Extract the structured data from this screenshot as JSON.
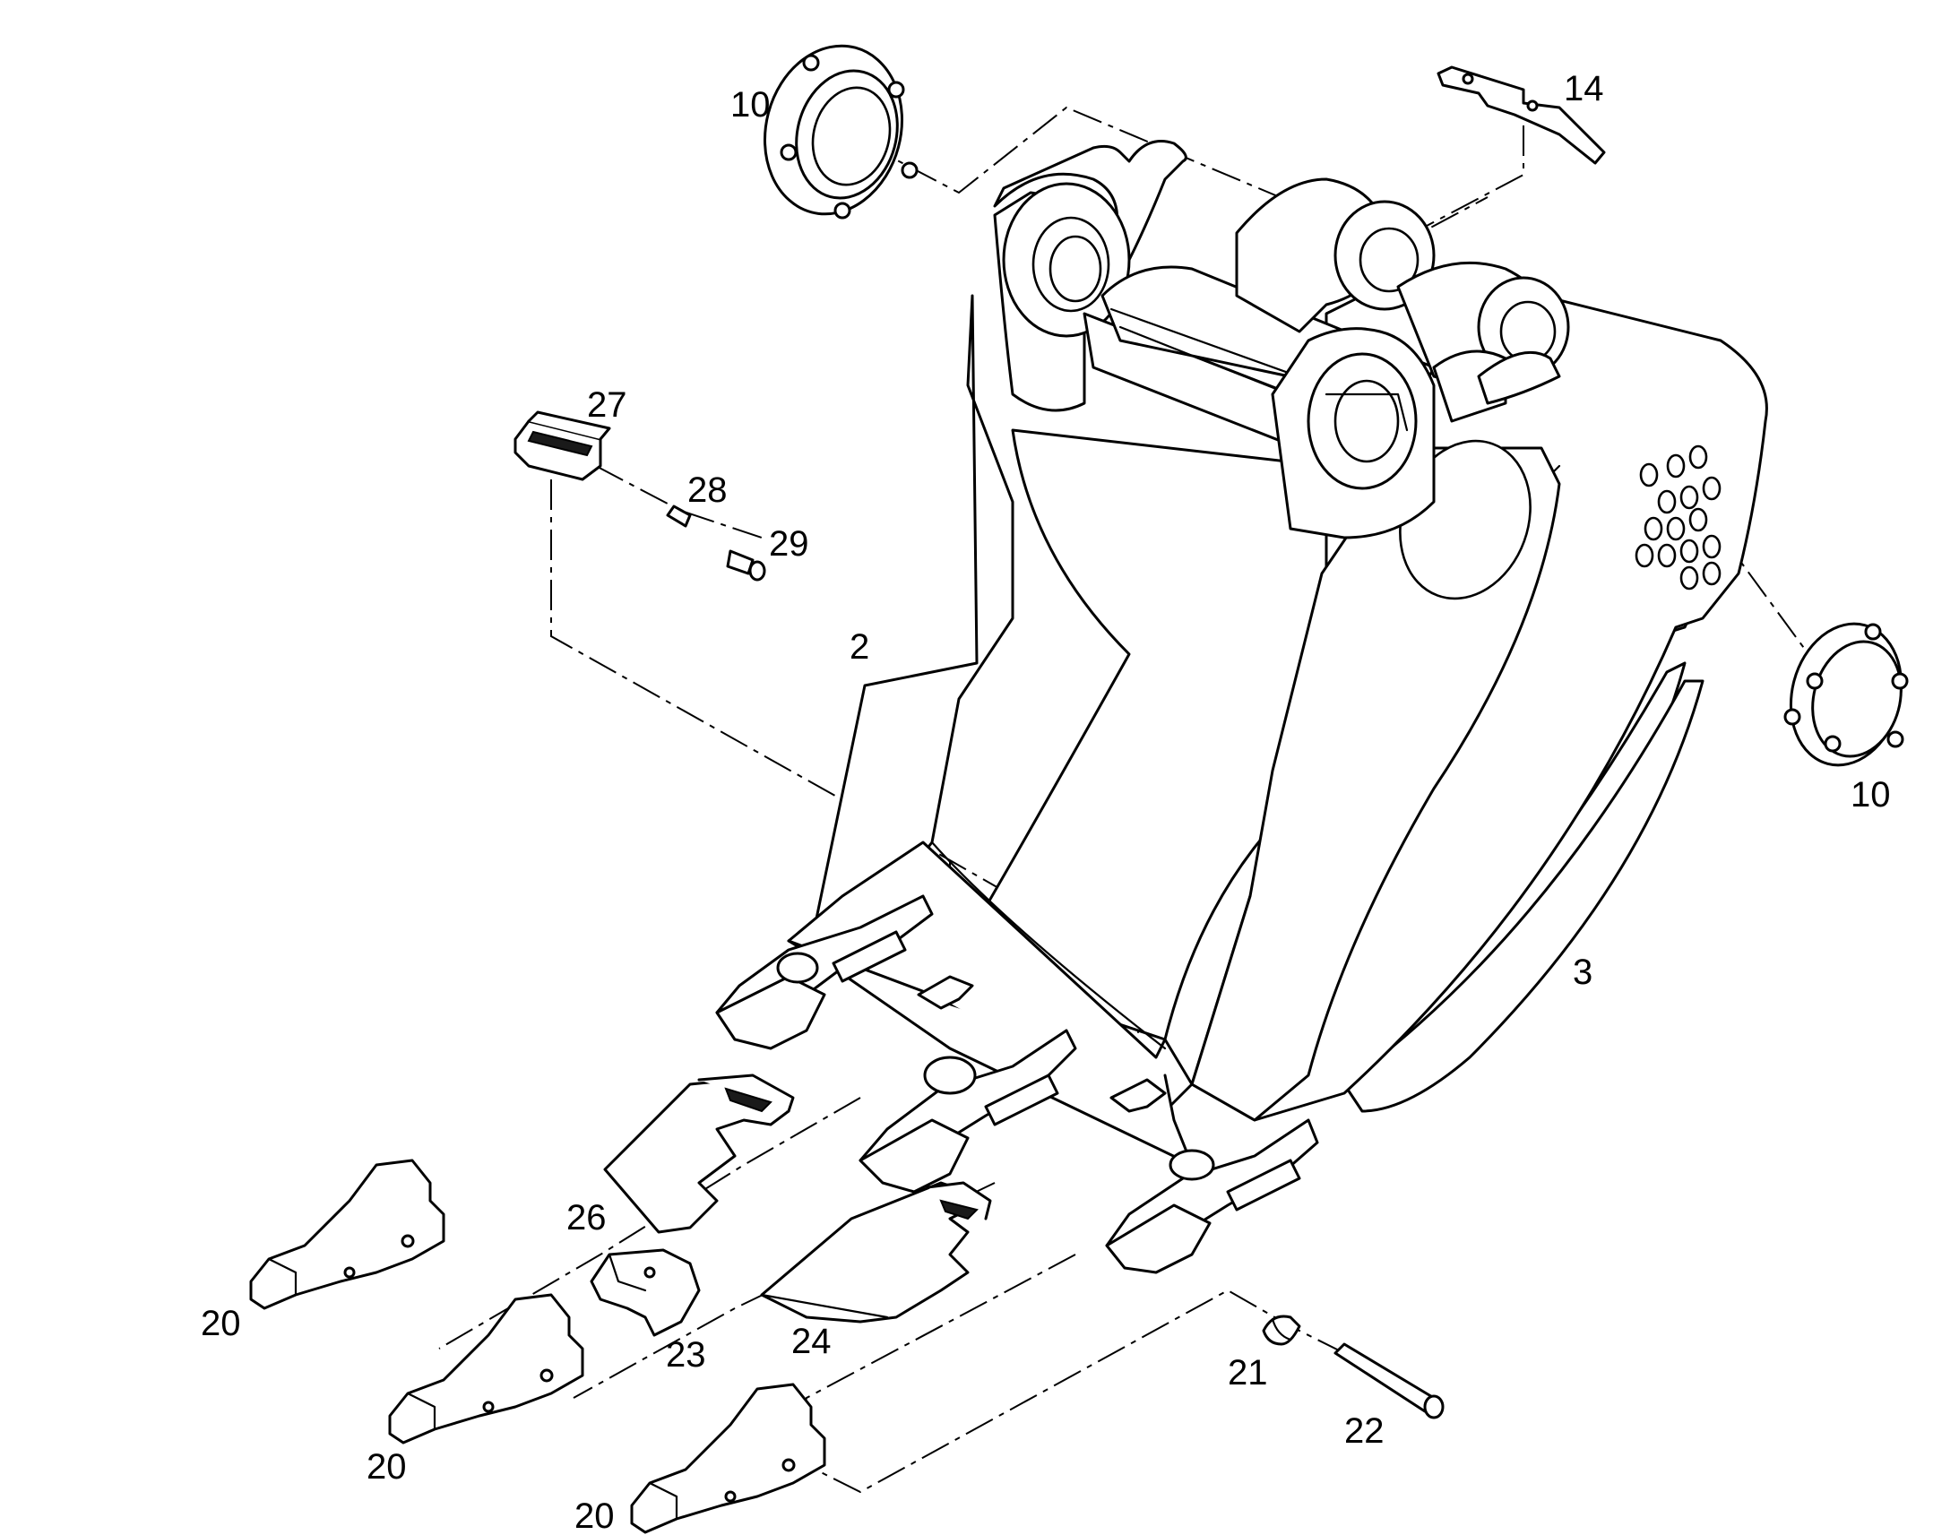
{
  "diagram": {
    "colors": {
      "line": "#000000",
      "background": "#ffffff"
    },
    "callouts": {
      "c_10_top": "10",
      "c_14": "14",
      "c_27": "27",
      "c_28": "28",
      "c_29": "29",
      "c_2": "2",
      "c_10_right": "10",
      "c_3": "3",
      "c_26": "26",
      "c_20_a": "20",
      "c_23": "23",
      "c_24": "24",
      "c_20_b": "20",
      "c_21": "21",
      "c_22": "22",
      "c_20_c": "20"
    }
  }
}
